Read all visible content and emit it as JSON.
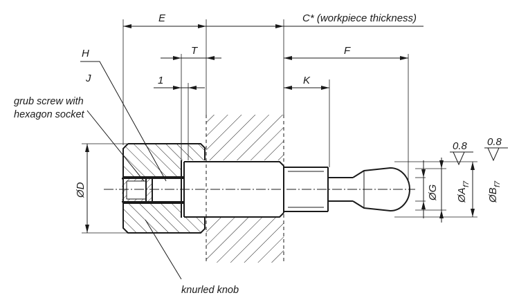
{
  "dimensions": {
    "E": "E",
    "C": "C* (workpiece thickness)",
    "T": "T",
    "F": "F",
    "one": "1",
    "K": "K",
    "H": "H",
    "J": "J",
    "D": "ØD",
    "G": "ØG",
    "A": "ØA",
    "A_tol": "f7",
    "B": "ØB",
    "B_tol": "f7"
  },
  "surface_finish": {
    "left": "0.8",
    "right": "0.8"
  },
  "annotations": {
    "grub_line1": "grub screw with",
    "grub_line2": "hexagon socket",
    "knob": "knurled knob"
  }
}
